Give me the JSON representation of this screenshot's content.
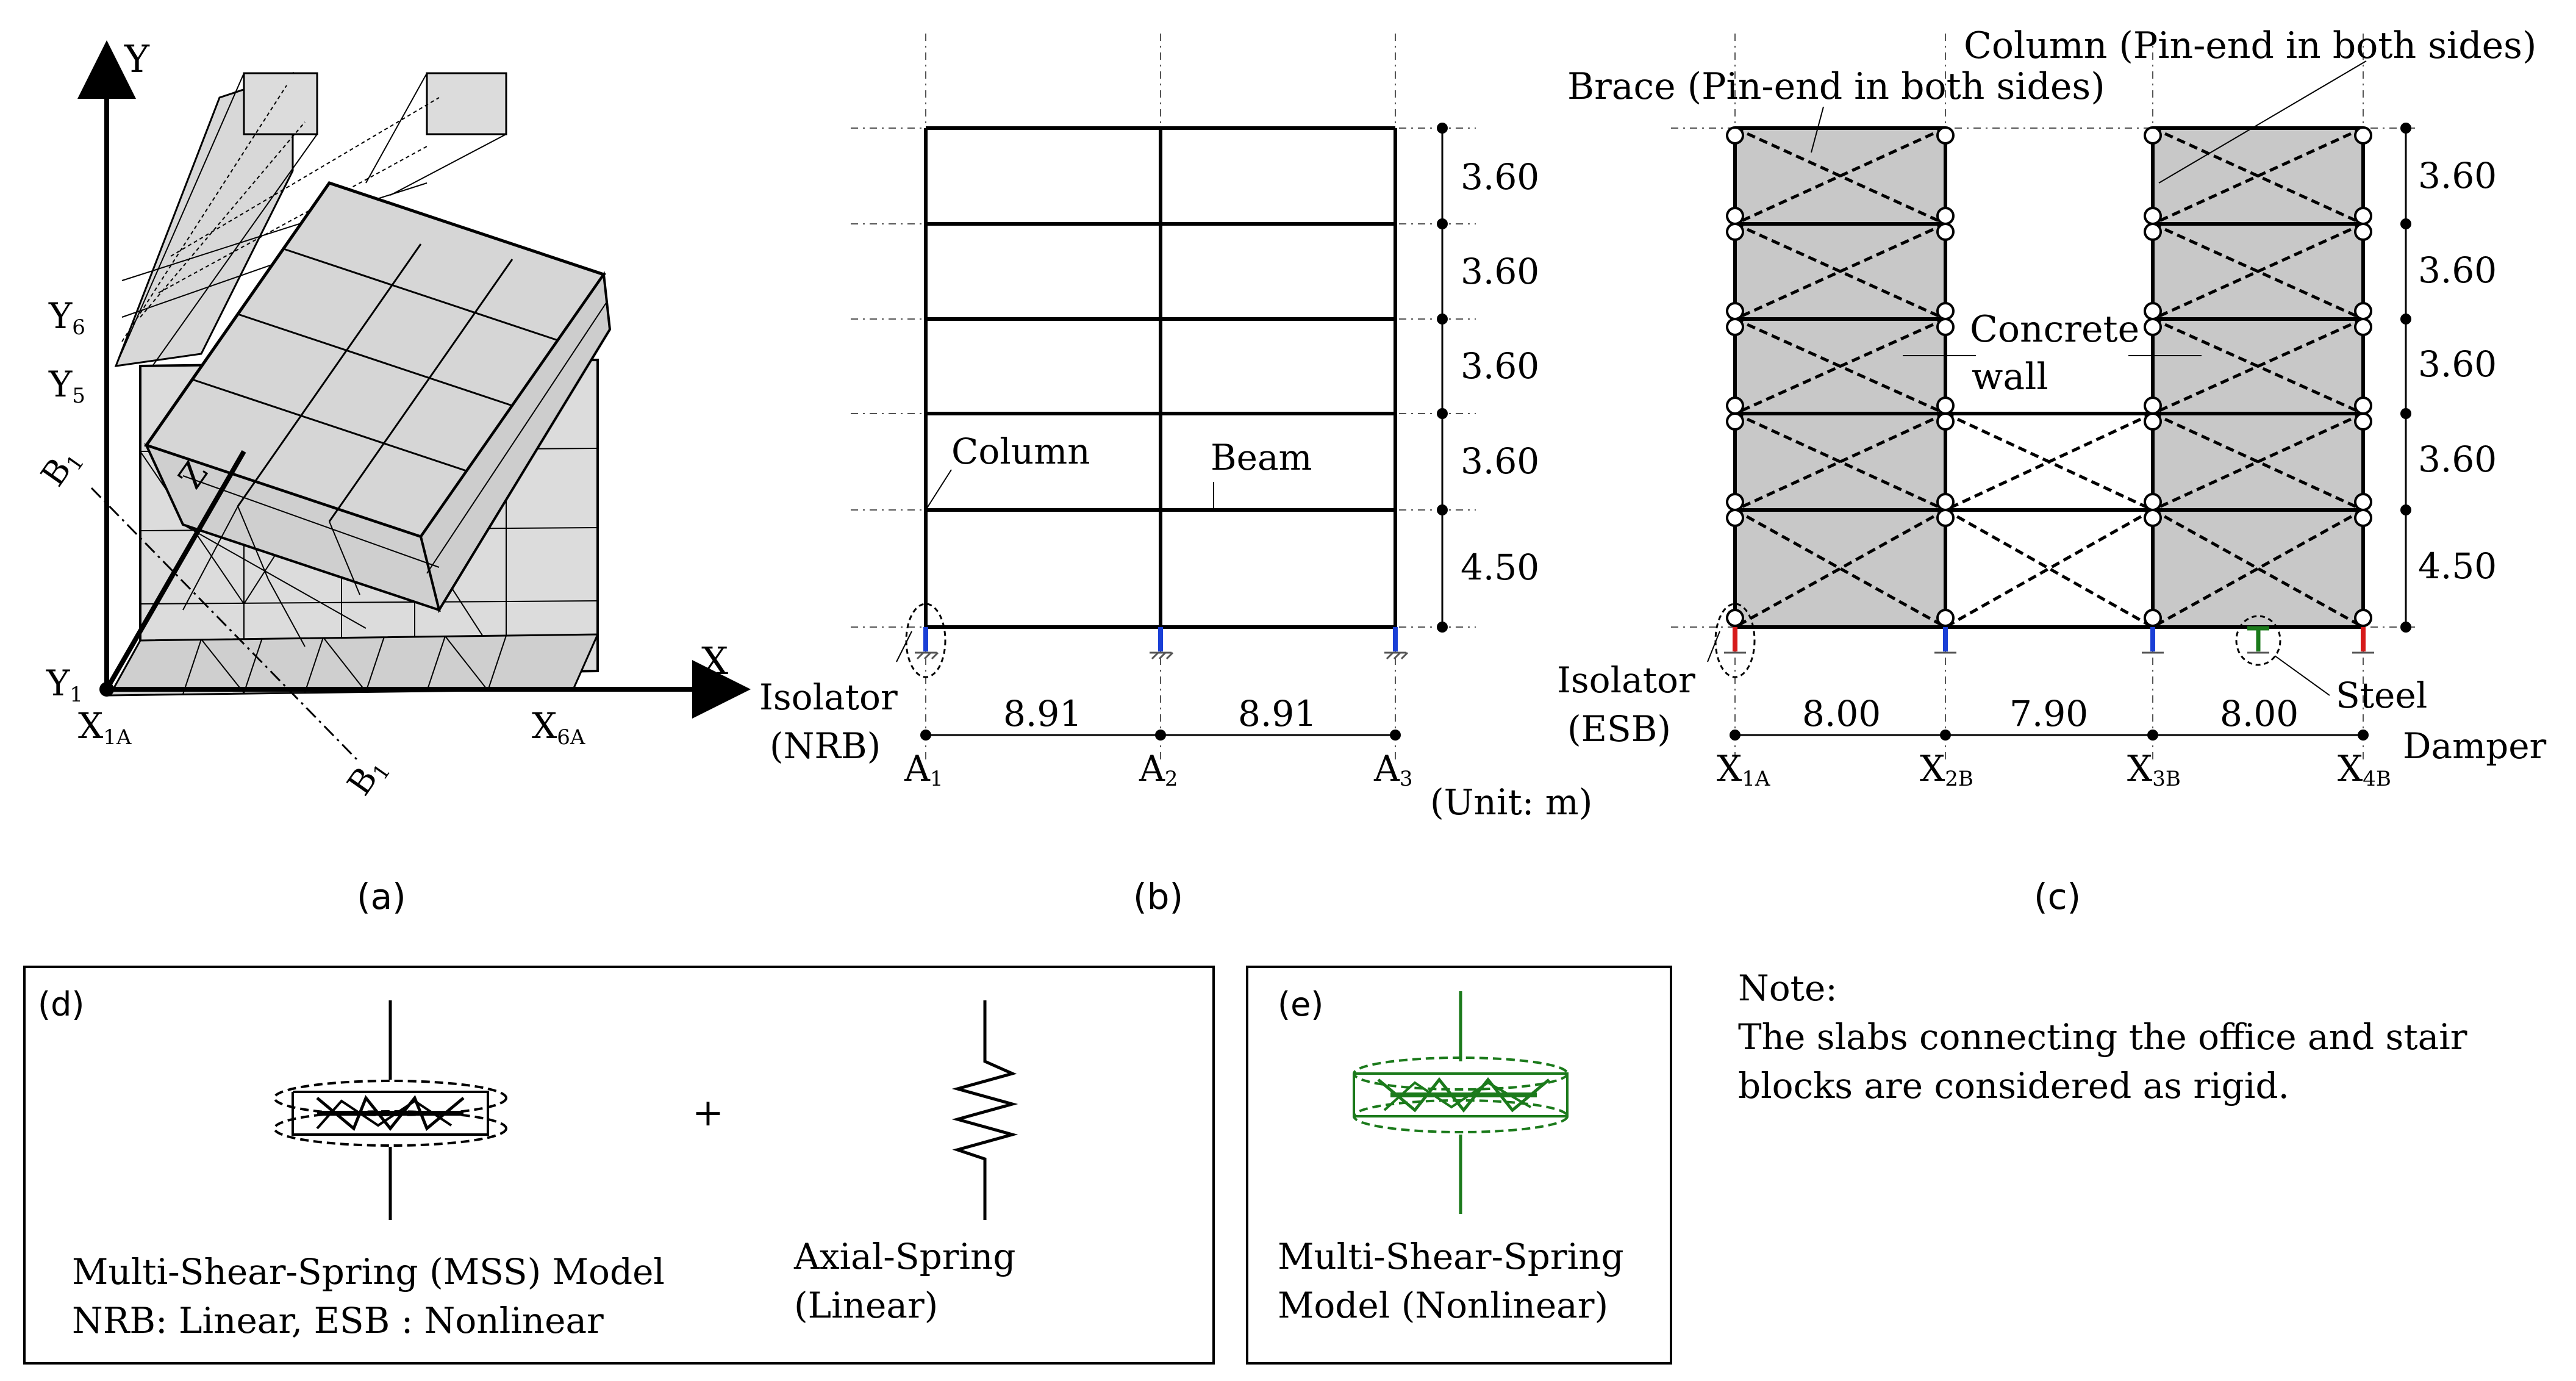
{
  "panel_a": {
    "label": "(a)",
    "axis_y": "Y",
    "axis_x": "X",
    "axis_z": "Z",
    "y6": "Y",
    "y6_sub": "6",
    "y5": "Y",
    "y5_sub": "5",
    "y1": "Y",
    "y1_sub": "1",
    "b1": "B",
    "b1_sub": "1",
    "x1a": "X",
    "x1a_sub": "1A",
    "x6a": "X",
    "x6a_sub": "6A"
  },
  "panel_b": {
    "label": "(b)",
    "story_heights": [
      "3.60",
      "3.60",
      "3.60",
      "3.60",
      "4.50"
    ],
    "bay_widths": [
      "8.91",
      "8.91"
    ],
    "column_label": "Column",
    "beam_label": "Beam",
    "isolator_line1": "Isolator",
    "isolator_line2": "(NRB)",
    "axes": [
      {
        "main": "A",
        "sub": "1"
      },
      {
        "main": "A",
        "sub": "2"
      },
      {
        "main": "A",
        "sub": "3"
      }
    ],
    "unit_note": "(Unit: m)"
  },
  "panel_c": {
    "label": "(c)",
    "column_note": "Column (Pin-end in both sides)",
    "brace_note": "Brace (Pin-end in both sides)",
    "wall_line1": "Concrete",
    "wall_line2": "wall",
    "story_heights": [
      "3.60",
      "3.60",
      "3.60",
      "3.60",
      "4.50"
    ],
    "bay_widths": [
      "8.00",
      "7.90",
      "8.00"
    ],
    "isolator_line1": "Isolator",
    "isolator_line2": "(ESB)",
    "damper_line1": "Steel",
    "damper_line2": "Damper",
    "axes": [
      {
        "main": "X",
        "sub": "1A"
      },
      {
        "main": "X",
        "sub": "2B"
      },
      {
        "main": "X",
        "sub": "3B"
      },
      {
        "main": "X",
        "sub": "4B"
      }
    ]
  },
  "panel_d": {
    "label": "(d)",
    "plus": "+",
    "mss_line1": "Multi-Shear-Spring  (MSS) Model",
    "mss_line2": "NRB: Linear, ESB : Nonlinear",
    "axial_line1": "Axial-Spring",
    "axial_line2": "(Linear)"
  },
  "panel_e": {
    "label": "(e)",
    "line1": "Multi-Shear-Spring",
    "line2": "Model (Nonlinear)"
  },
  "note": {
    "title": "Note:",
    "line1": "The slabs connecting the office and stair",
    "line2": "blocks are considered as rigid."
  },
  "colors": {
    "nrb": "#1a3fd6",
    "esb": "#d61a1a",
    "damper": "#1b7a1b",
    "wall_fill": "#c8c8c8",
    "block_fill": "#dcdcdc"
  }
}
